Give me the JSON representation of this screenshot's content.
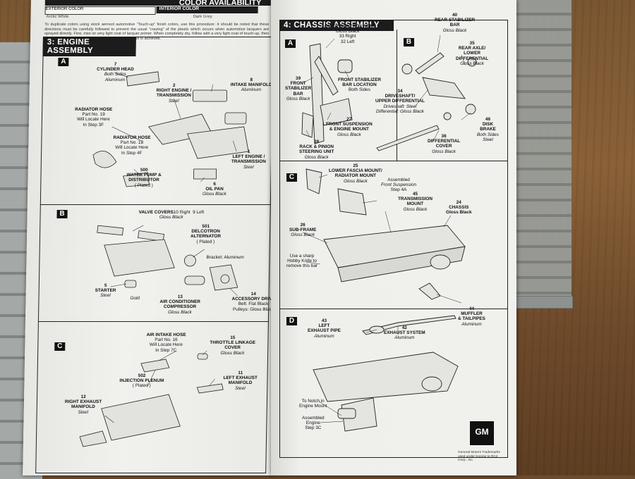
{
  "color_header": {
    "title": "COLOR AVAILABILITY",
    "exterior_label": "EXTERIOR COLOR",
    "exterior_value": "Arctic White",
    "interior_label": "INTERIOR COLOR",
    "interior_value": "Dark Grey",
    "note": "To duplicate colors using stock aerosol automotive \"Touch-up\" finish colors, use this procedure: It should be noted that these directions must be carefully followed to prevent the usual \"crazing\" of the plastic which occurs when automotive lacquers are sprayed directly. First, mist on very light coat of lacquer primer. When completely dry, follow with a very light coat of touch-up, then apply successively heavier coats until the desired finish is achieved."
  },
  "engine": {
    "title": "3: ENGINE ASSEMBLY",
    "steps": [
      "A",
      "B",
      "C"
    ],
    "labels": {
      "cyl_head": [
        "7",
        "CYLINDER HEAD",
        "Both Sides",
        "Aluminum"
      ],
      "intake": [
        "8",
        "INTAKE MANIFOLD",
        "Aluminum"
      ],
      "right_engine": [
        "2",
        "RIGHT ENGINE /",
        "TRANSMISSION",
        "Steel"
      ],
      "rad_hose_19": [
        "RADIATOR HOSE",
        "Part No. 19",
        "Will Locate Here",
        "In Step 3F"
      ],
      "rad_hose_18": [
        "RADIATOR HOSE",
        "Part No. 18",
        "Will Locate Here",
        "In Step 4F"
      ],
      "left_engine": [
        "1",
        "LEFT ENGINE /",
        "TRANSMISSION",
        "Steel"
      ],
      "water_pump": [
        "500",
        "WATER PUMP &",
        "DISTRIBUTOR",
        "( Plated )"
      ],
      "oil_pan": [
        "6",
        "OIL PAN",
        "Gloss Black"
      ],
      "valve_covers": [
        "VALVE COVERS",
        "10 Right",
        "9 Left",
        "Gloss Black"
      ],
      "delco": [
        "501",
        "DELCOTRON",
        "ALTERNATOR",
        "( Plated )"
      ],
      "bracket": [
        "Bracket: Aluminum"
      ],
      "starter": [
        "5",
        "STARTER",
        "Steel"
      ],
      "gold": [
        "Gold"
      ],
      "ac": [
        "13",
        "AIR CONDITIONER",
        "COMPRESSOR",
        "Gloss Black"
      ],
      "acc_drive": [
        "14",
        "ACCESSORY DRIVE",
        "Belt: Flat Black",
        "Pulleys: Gloss Black"
      ],
      "air_hose": [
        "AIR INTAKE HOSE",
        "Part No. 16",
        "Will Locate Here",
        "In Step 7C"
      ],
      "throttle": [
        "15",
        "THROTTLE LINKAGE",
        "COVER",
        "Gloss Black"
      ],
      "plenum": [
        "502",
        "INJECTION PLENUM",
        "( Plated )"
      ],
      "left_exhaust": [
        "11",
        "LEFT EXHAUST",
        "MANIFOLD",
        "Steel"
      ],
      "right_exhaust": [
        "12",
        "RIGHT EXHAUST",
        "MANIFOLD",
        "Steel"
      ]
    }
  },
  "chassis": {
    "title": "4: CHASSIS ASSEMBLY",
    "steps": [
      "A",
      "B",
      "C",
      "D"
    ],
    "labels": {
      "lower_arm": [
        "LOWER CONTROL ARM",
        "Gloss Black",
        "33 Right",
        "32 Left"
      ],
      "rear_stab": [
        "40",
        "REAR STABILIZER",
        "BAR",
        "Gloss Black"
      ],
      "rear_axle": [
        "35",
        "REAR AXLE/",
        "LOWER",
        "DIFFERENTIAL",
        "Gloss Black"
      ],
      "front_stab": [
        "39",
        "FRONT",
        "STABILIZER",
        "BAR",
        "Gloss Black"
      ],
      "front_stab_loc": [
        "FRONT STABILIZER",
        "BAR LOCATION",
        "Both Sides"
      ],
      "driveshaft": [
        "34",
        "DRIVESHAFT/",
        "UPPER DIFFERENTIAL",
        "Driveshaft: Steel",
        "Differential: Gloss Black"
      ],
      "front_susp": [
        "27",
        "FRONT SUSPENSION",
        "& ENGINE MOUNT",
        "Gloss Black"
      ],
      "disk_brake": [
        "46",
        "DISK",
        "BRAKE",
        "Both Sides",
        "Steel"
      ],
      "diff_cover": [
        "36",
        "DIFFERENTIAL",
        "COVER",
        "Gloss Black"
      ],
      "rack": [
        "28",
        "RACK & PINION",
        "STEERING UNIT",
        "Gloss Black"
      ],
      "fascia": [
        "25",
        "LOWER FASCIA MOUNT/",
        "RADIATOR MOUNT",
        "Gloss Black"
      ],
      "assembled_fs": [
        "Assembled",
        "Front Suspension",
        "Step 4A"
      ],
      "trans_mount": [
        "45",
        "TRANSMISSION",
        "MOUNT",
        "Gloss Black"
      ],
      "chassis": [
        "24",
        "CHASSIS",
        "Gloss Black"
      ],
      "subframe": [
        "26",
        "SUB-FRAME",
        "Gloss Black"
      ],
      "knife": [
        "Use a sharp",
        "Hobby Knife to",
        "remove this bar"
      ],
      "muffler": [
        "44",
        "MUFFLER",
        "& TAILPIPES",
        "Aluminum"
      ],
      "left_exh_pipe": [
        "43",
        "LEFT",
        "EXHAUST PIPE",
        "Aluminum"
      ],
      "exh_system": [
        "42",
        "EXHAUST SYSTEM",
        "Aluminum"
      ],
      "notch": [
        "To Notch in",
        "Engine Mount"
      ],
      "assembled_engine": [
        "Assembled",
        "Engine",
        "Step 3C"
      ]
    },
    "gm_logo": "GM",
    "gm_tagline": "General Motors Trademarks used under license to RC2 Corp., Inc."
  },
  "colors": {
    "paper": "#efefec",
    "ink": "#111111",
    "wood": "#7a5632",
    "sprue": "#9aa09e"
  }
}
